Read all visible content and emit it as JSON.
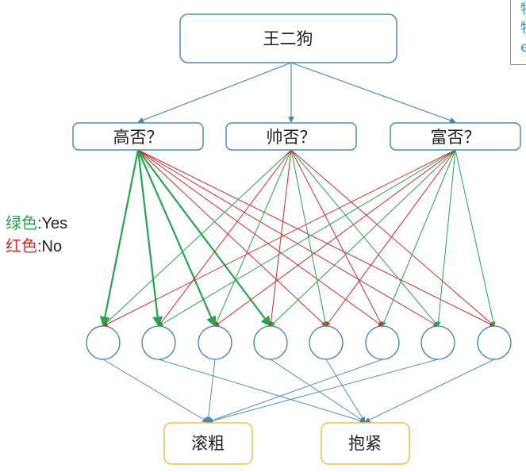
{
  "root": {
    "label": "王二狗"
  },
  "questions": [
    {
      "label": "高否？"
    },
    {
      "label": "帅否？"
    },
    {
      "label": "富否？"
    }
  ],
  "outputs": [
    {
      "label": "滚粗"
    },
    {
      "label": "抱紧"
    }
  ],
  "legend": {
    "yes_color_label": "绿色",
    "yes_text": ":Yes",
    "no_color_label": "红色",
    "no_text": ":No"
  },
  "corner_note": {
    "lines": [
      "牧",
      "牧",
      "e"
    ]
  },
  "colors": {
    "root_arrow": "#3a87b6",
    "box_border": "#4a8ec2",
    "output_border": "#f1c232",
    "yes": "#20a84a",
    "no": "#d42a2a",
    "circle_stroke": "#2f82b8",
    "bottom_line": "#4a95c2"
  },
  "edges_from_questions": [
    [
      "yes",
      "yes",
      "yes",
      "yes",
      "no",
      "no",
      "no",
      "no"
    ],
    [
      "yes",
      "no",
      "yes",
      "no",
      "yes",
      "no",
      "yes",
      "no"
    ],
    [
      "no",
      "yes",
      "no",
      "yes",
      "no",
      "yes",
      "yes",
      "yes"
    ]
  ],
  "edges_to_outputs": [
    0,
    1,
    0,
    1,
    1,
    0,
    0,
    1
  ]
}
